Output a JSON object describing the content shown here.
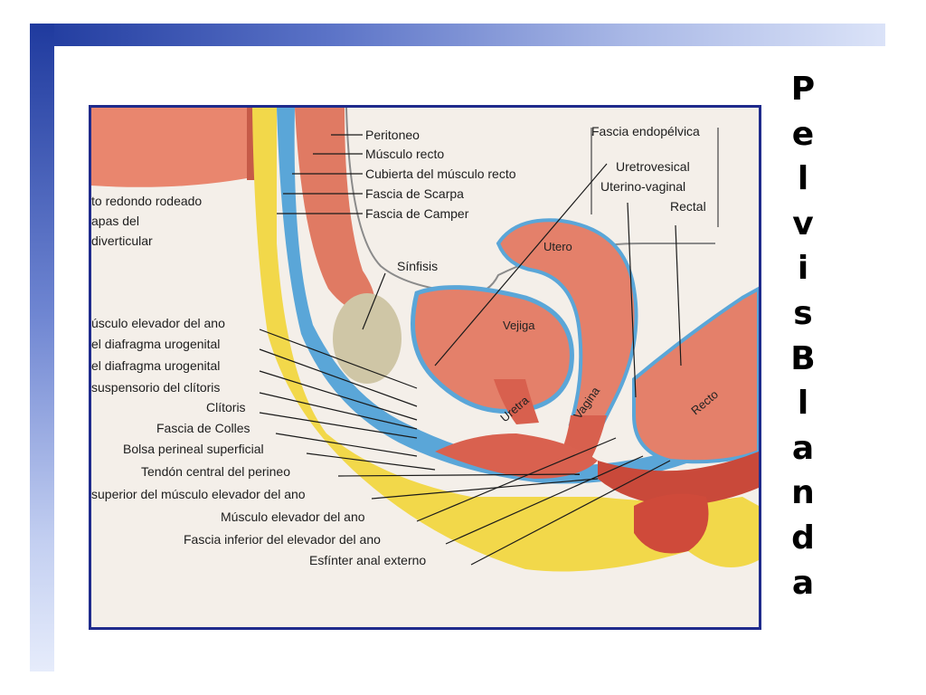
{
  "title_letters": [
    "P",
    "e",
    "l",
    "v",
    "i",
    "s",
    "B",
    "l",
    "a",
    "n",
    "d",
    "a"
  ],
  "labels": {
    "peritoneo": "Peritoneo",
    "musculo_recto": "Músculo recto",
    "cubierta_recto": "Cubierta del músculo recto",
    "fascia_scarpa": "Fascia de Scarpa",
    "fascia_camper": "Fascia de Camper",
    "ligamento_1": "to redondo rodeado",
    "ligamento_2": "apas del",
    "ligamento_3": "diverticular",
    "sinfisis": "Sínfisis",
    "fascia_endopelvica": "Fascia endopélvica",
    "uretrovesical": "Uretrovesical",
    "uterino_vaginal": "Uterino-vaginal",
    "rectal": "Rectal",
    "utero": "Utero",
    "vejiga": "Vejiga",
    "uretra": "Uretra",
    "vagina": "Vagina",
    "recto": "Recto",
    "elevador_ano": "úsculo elevador del ano",
    "diafragma_1": "el diafragma urogenital",
    "diafragma_2": "el diafragma urogenital",
    "suspensorio": "suspensorio del clítoris",
    "clitoris": "Clítoris",
    "fascia_colles": "Fascia de Colles",
    "bolsa_perineal": "Bolsa perineal superficial",
    "tendon_central": "Tendón central del perineo",
    "superior_elevador": "superior del músculo elevador del ano",
    "musculo_elevador": "Músculo elevador del ano",
    "fascia_inferior": "Fascia inferior del elevador del ano",
    "esfinter": "Esfínter anal externo"
  },
  "colors": {
    "accent_blue": "#1f3a9e",
    "frame": "#1f2b8c",
    "muscle": "#e2725e",
    "fat": "#f2d84a",
    "fascia": "#5aa6d8"
  }
}
